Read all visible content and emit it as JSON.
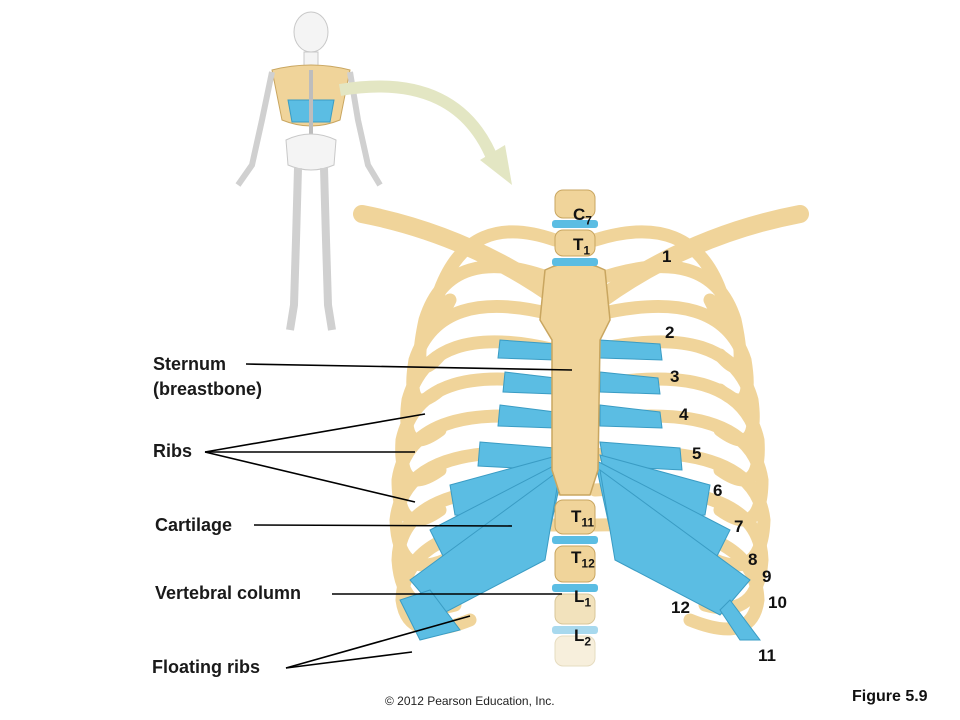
{
  "labels": {
    "sternum": "Sternum",
    "sternum_sub": "(breastbone)",
    "ribs": "Ribs",
    "cartilage": "Cartilage",
    "vertebral_column": "Vertebral column",
    "floating_ribs": "Floating ribs"
  },
  "vertebrae": [
    {
      "letter": "C",
      "sub": "7"
    },
    {
      "letter": "T",
      "sub": "1"
    },
    {
      "letter": "T",
      "sub": "11"
    },
    {
      "letter": "T",
      "sub": "12"
    },
    {
      "letter": "L",
      "sub": "1"
    },
    {
      "letter": "L",
      "sub": "2"
    }
  ],
  "rib_numbers": [
    "1",
    "2",
    "3",
    "4",
    "5",
    "6",
    "7",
    "8",
    "9",
    "10",
    "11",
    "12"
  ],
  "copyright": "© 2012 Pearson Education, Inc.",
  "figure": "Figure 5.9",
  "colors": {
    "bone": "#f0d49a",
    "bone_outline": "#c9a660",
    "cartilage": "#5bbde3",
    "arrow": "#e3e6c3",
    "leader": "#000000"
  }
}
